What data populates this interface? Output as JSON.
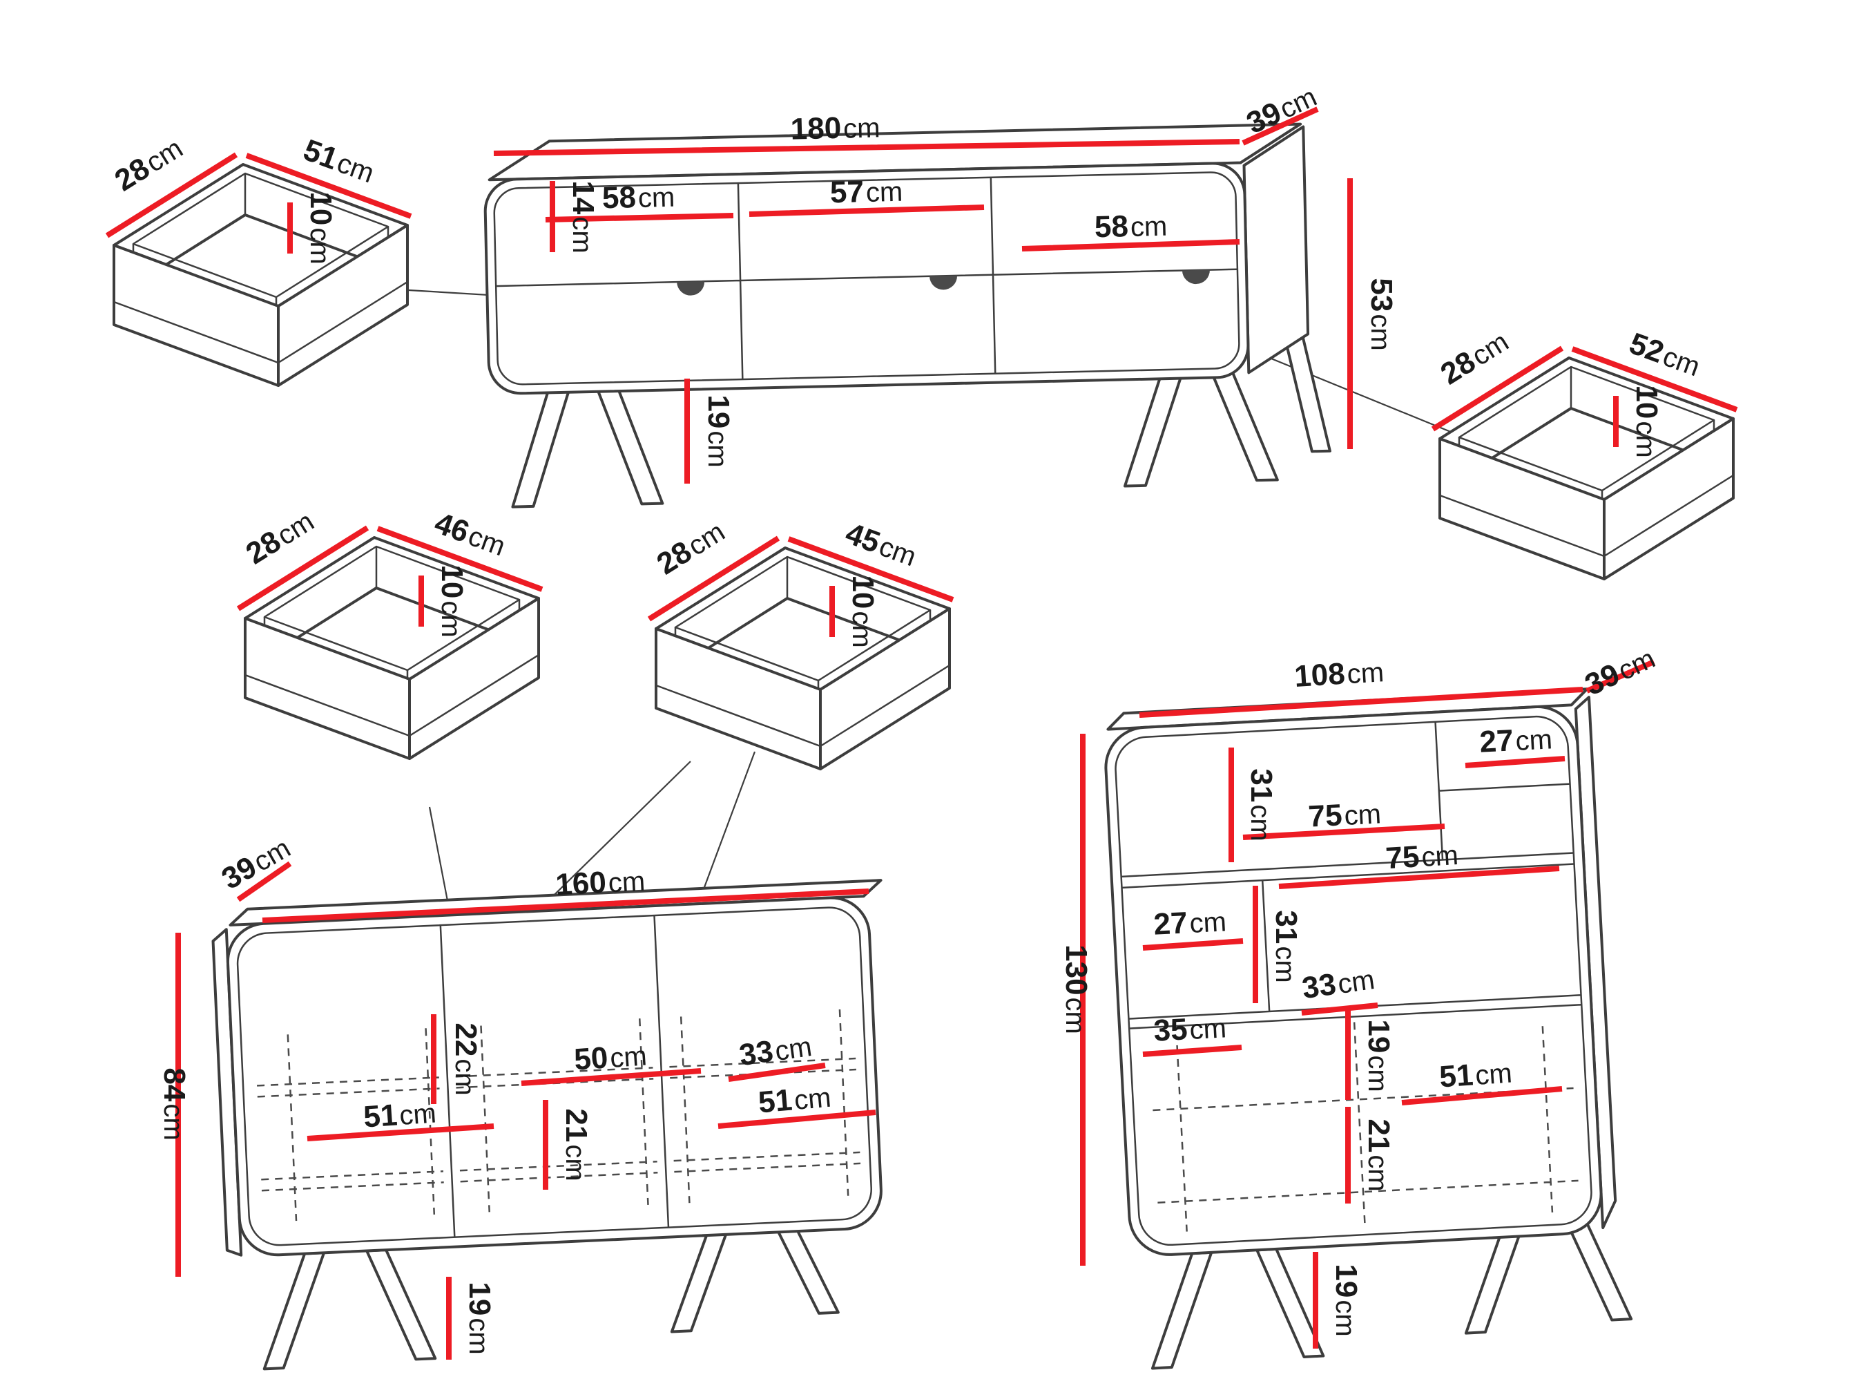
{
  "unit": "cm",
  "colors": {
    "dimension_red": "#ed1c24",
    "outline": "#3d3d3d",
    "text": "#1a1a1a"
  },
  "tv_stand": {
    "width": "180",
    "depth": "39",
    "height": "53",
    "top_inner_height": "14",
    "shelf_left": "58",
    "shelf_middle": "57",
    "shelf_right": "58",
    "leg_height": "19"
  },
  "drawer_top_left": {
    "depth": "28",
    "width": "51",
    "height": "10"
  },
  "drawer_top_right": {
    "depth": "28",
    "width": "52",
    "height": "10"
  },
  "drawer_mid_left": {
    "depth": "28",
    "width": "46",
    "height": "10"
  },
  "drawer_mid_center": {
    "depth": "28",
    "width": "45",
    "height": "10"
  },
  "sideboard": {
    "depth": "39",
    "width": "160",
    "height": "84",
    "inner_top_height": "22",
    "inner_mid_width": "50",
    "inner_right_width": "33",
    "inner_left_width": "51",
    "inner_mid_height": "21",
    "inner_right_width_2": "51",
    "leg_height": "19"
  },
  "highboard": {
    "width": "108",
    "depth": "39",
    "height": "130",
    "top_left_height": "31",
    "top_right_width": "27",
    "shelf_width_1": "75",
    "shelf_width_2": "75",
    "mid_left_width": "27",
    "mid_height": "31",
    "mid_width": "33",
    "lower_left_width": "35",
    "lower_inner_height": "19",
    "lower_right_width": "51",
    "lower_mid_height": "21",
    "leg_height": "19"
  }
}
